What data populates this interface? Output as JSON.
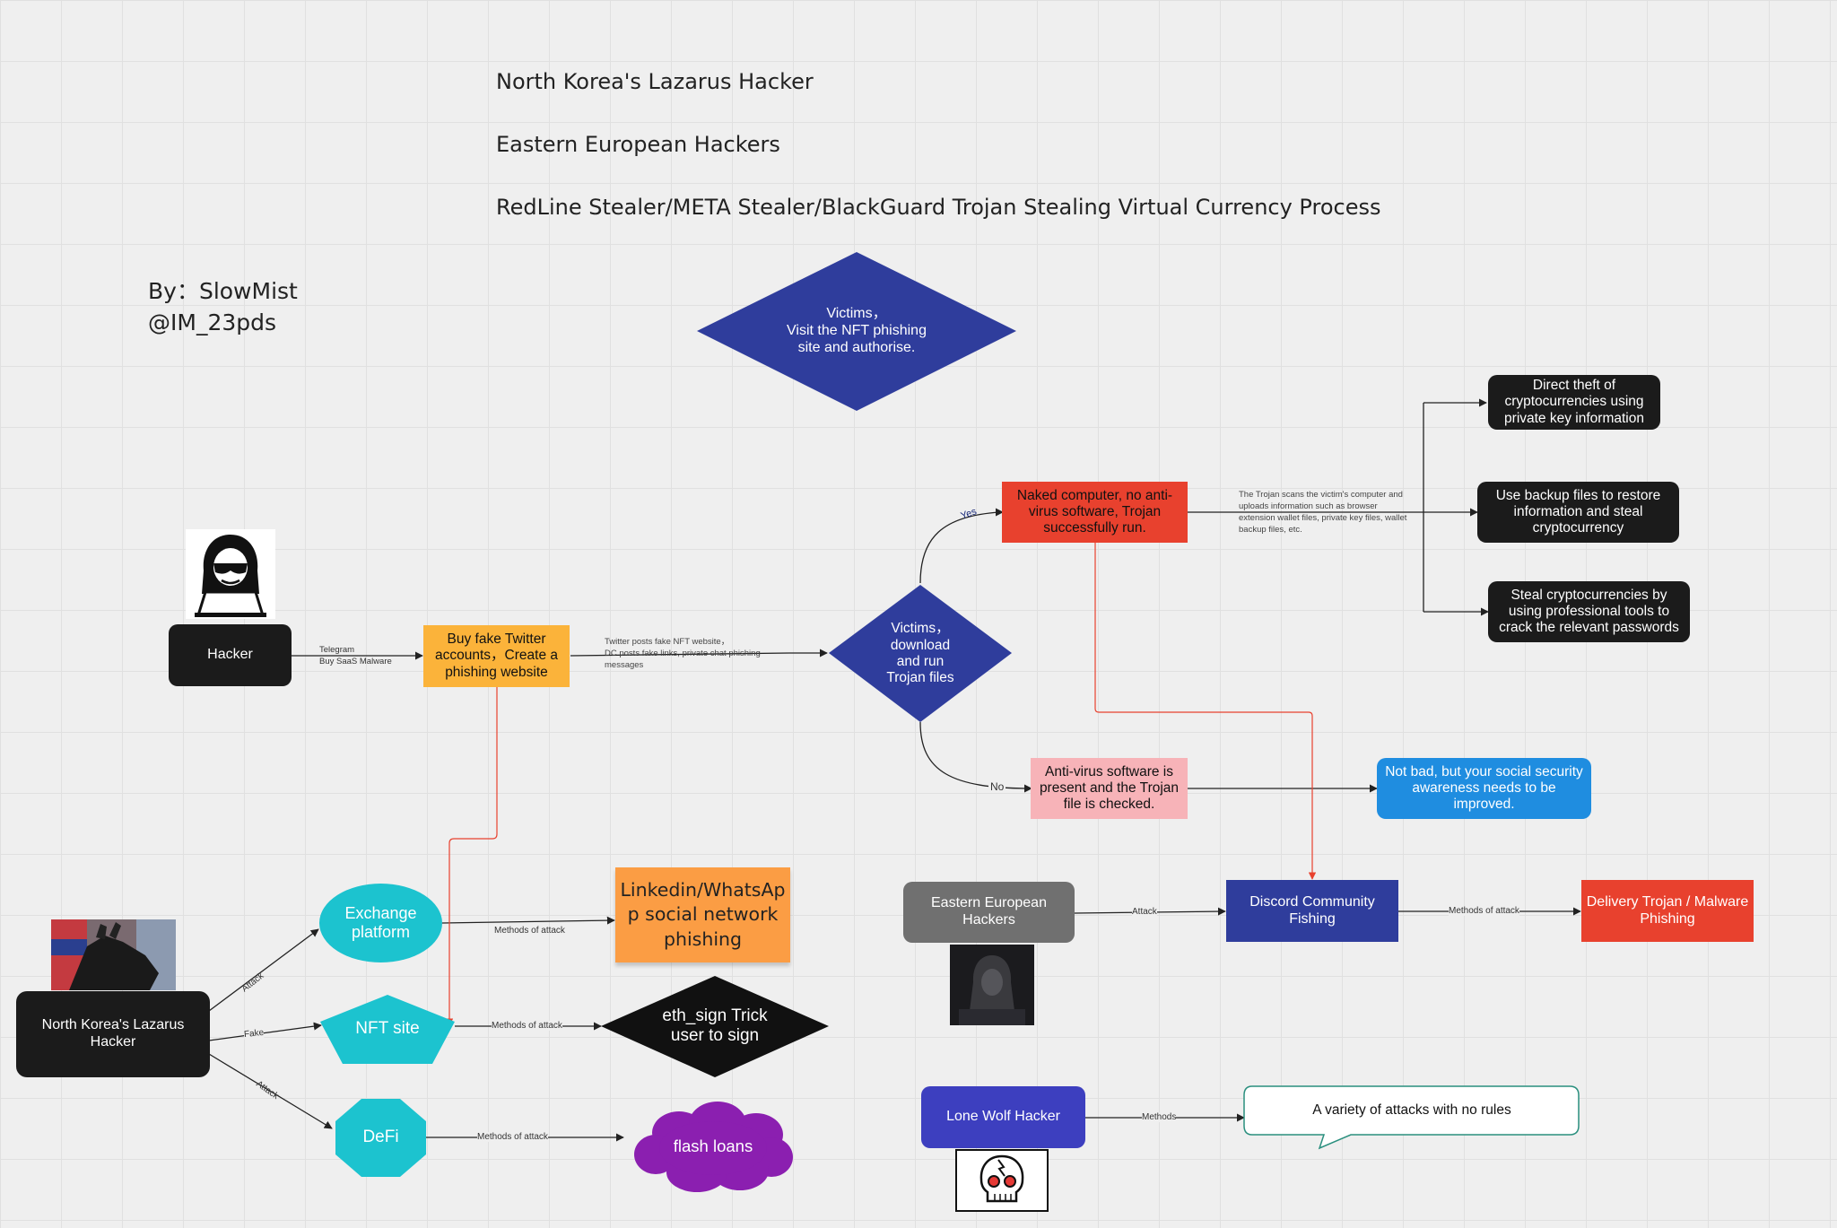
{
  "titles": {
    "line1": "North Korea's Lazarus Hacker",
    "line2": "Eastern European Hackers",
    "line3": "RedLine Stealer/META Stealer/BlackGuard Trojan Stealing Virtual Currency Process"
  },
  "byline": {
    "author": "By：SlowMist",
    "handle": "@IM_23pds"
  },
  "nodes": {
    "victims_nft": "Victims，\nVisit the NFT phishing\nsite and authorise.",
    "hacker": "Hacker",
    "buy_fake": "Buy fake Twitter\naccounts，Create a\nphishing website",
    "victims_download": "Victims，\ndownload\nand run\nTrojan files",
    "naked_computer": "Naked computer, no anti-\nvirus software, Trojan\nsuccessfully run.",
    "antivirus": "Anti-virus software is\npresent and the Trojan\nfile is checked.",
    "not_bad": "Not bad, but your social security\nawareness needs to be\nimproved.",
    "direct_theft": "Direct theft of\ncryptocurrencies using\nprivate key information",
    "use_backup": "Use backup files to restore\ninformation and steal\ncryptocurrency",
    "steal_tools": "Steal cryptocurrencies by\nusing professional tools to\ncrack the relevant passwords",
    "lazarus": "North Korea's Lazarus\nHacker",
    "exchange": "Exchange\nplatform",
    "nft_site": "NFT site",
    "defi": "DeFi",
    "linkedin": "Linkedin/WhatsAp\np social network\nphishing",
    "eth_sign": "eth_sign Trick\nuser to sign",
    "flash_loans": "flash loans",
    "eastern": "Eastern European\nHackers",
    "discord": "Discord Community\nFishing",
    "delivery": "Delivery Trojan / Malware\nPhishing",
    "lone_wolf": "Lone Wolf Hacker",
    "variety": "A variety of attacks with no rules"
  },
  "edge_labels": {
    "telegram": "Telegram\nBuy SaaS Malware",
    "twitter_posts": "Twitter posts fake NFT website，\nDC posts fake links, private chat phishing\nmessages",
    "yes": "Yes",
    "no": "No",
    "trojan_scans": "The Trojan scans the victim's computer and\nuploads information such as browser\nextension wallet files, private key files, wallet\nbackup files, etc.",
    "attack_exchange": "Attack",
    "fake_nft": "Fake",
    "attack_defi": "Attack",
    "moa_exchange": "Methods of attack",
    "moa_nft": "Methods of attack",
    "moa_defi": "Methods of attack",
    "attack_eastern": "Attack",
    "moa_discord": "Methods of attack",
    "methods_lone": "Methods"
  },
  "colors": {
    "navy": "#2f3d9c",
    "red": "#e8412e",
    "pink": "#f7b3b8",
    "blue": "#1f8de0",
    "orange": "#fbb33a",
    "cyan": "#1cc3cf",
    "purple": "#7c1aa8",
    "gray": "#707070",
    "indigo": "#3d3fbf",
    "black": "#1b1b1b"
  },
  "icons": {
    "hacker_image": "hooded-hacker-laptop-icon",
    "lazarus_image": "gloved-hand-photo",
    "eastern_image": "hooded-figure-photo",
    "lone_wolf_image": "skull-icon"
  }
}
